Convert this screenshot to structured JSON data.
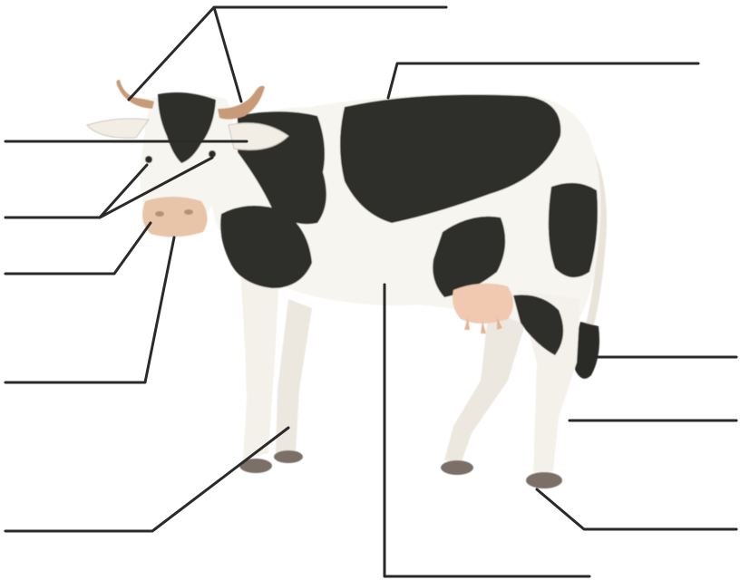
{
  "diagram": {
    "subject": "cow",
    "labels_printed": false,
    "colors": {
      "coat": "#f7f5f0",
      "spots": "#2e2d2b",
      "horn": "#c99a78",
      "muzzle": "#e8c4a8",
      "udder": "#f0c9b0",
      "hoof": "#7a7068",
      "leader_lines": "#2a2a2a",
      "background": "#ffffff"
    },
    "leader_lines": [
      {
        "id": "horns",
        "blank_label": ""
      },
      {
        "id": "back",
        "blank_label": ""
      },
      {
        "id": "ear",
        "blank_label": ""
      },
      {
        "id": "eyes",
        "blank_label": ""
      },
      {
        "id": "nose",
        "blank_label": ""
      },
      {
        "id": "mouth",
        "blank_label": ""
      },
      {
        "id": "tail",
        "blank_label": ""
      },
      {
        "id": "hind-leg",
        "blank_label": ""
      },
      {
        "id": "front-hoof",
        "blank_label": ""
      },
      {
        "id": "belly",
        "blank_label": ""
      },
      {
        "id": "hind-hoof",
        "blank_label": ""
      }
    ]
  }
}
